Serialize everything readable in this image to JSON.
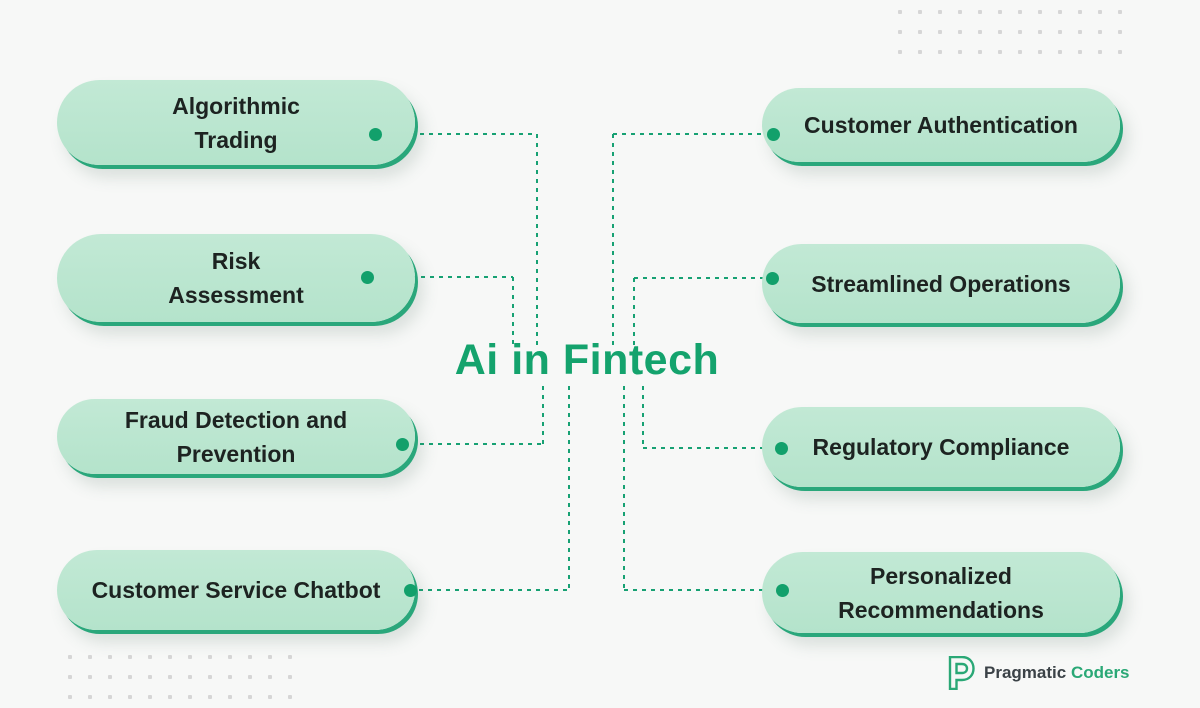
{
  "title": "Ai in Fintech",
  "nodes": {
    "left": [
      {
        "lines": [
          "Algorithmic",
          "Trading"
        ]
      },
      {
        "lines": [
          "Risk",
          "Assessment"
        ]
      },
      {
        "lines": [
          "Fraud Detection and",
          "Prevention"
        ]
      },
      {
        "lines": [
          "Customer Service Chatbot"
        ]
      }
    ],
    "right": [
      {
        "lines": [
          "Customer Authentication"
        ]
      },
      {
        "lines": [
          "Streamlined Operations"
        ]
      },
      {
        "lines": [
          "Regulatory Compliance"
        ]
      },
      {
        "lines": [
          "Personalized",
          "Recommendations"
        ]
      }
    ]
  },
  "logo": {
    "name_primary": "Pragmatic",
    "name_accent": "Coders"
  },
  "colors": {
    "background": "#f7f8f7",
    "pill_fill": "#b9e6cf",
    "pill_edge": "#2aa77b",
    "connector": "#17a173",
    "title": "#14a36d",
    "text": "#1d2321",
    "grid_dot": "#d6d6d6",
    "logo_accent": "#2aa876",
    "logo_text": "#3b4247"
  }
}
